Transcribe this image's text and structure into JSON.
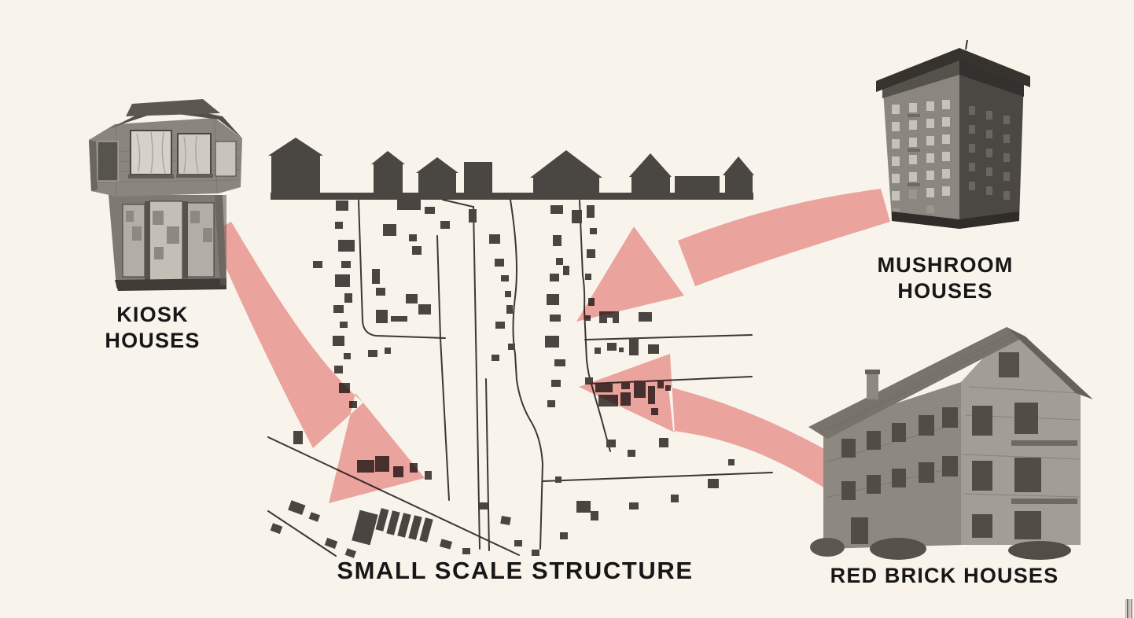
{
  "slide": {
    "map_label": "SMALL SCALE STRUCTURE",
    "photos": [
      {
        "id": "kiosk",
        "label_line1": "KIOSK",
        "label_line2": "HOUSES"
      },
      {
        "id": "mushroom",
        "label": "MUSHROOM HOUSES"
      },
      {
        "id": "red_brick",
        "label": "RED BRICK HOUSES"
      }
    ],
    "connections": [
      {
        "from": "KIOSK HOUSES",
        "to": "SMALL SCALE STRUCTURE"
      },
      {
        "from": "MUSHROOM HOUSES",
        "to": "SMALL SCALE STRUCTURE"
      },
      {
        "from": "RED BRICK HOUSES",
        "to": "SMALL SCALE STRUCTURE"
      }
    ],
    "colors": {
      "background": "#f8f4ec",
      "arrow_pink": "#efa6a6",
      "map_ink": "#4a4541",
      "text_ink": "#171717"
    }
  }
}
